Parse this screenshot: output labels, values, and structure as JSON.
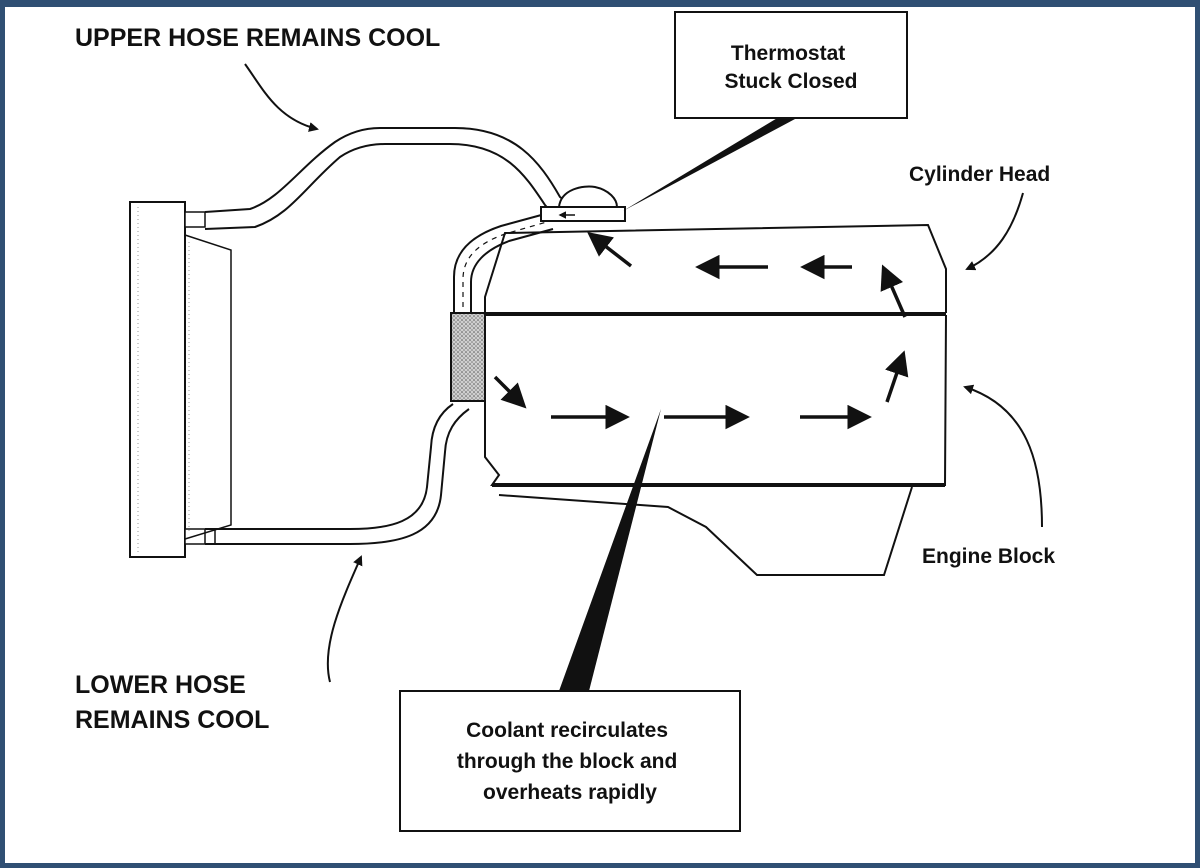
{
  "labels": {
    "upper_hose": "UPPER HOSE REMAINS COOL",
    "lower_hose_line1": "LOWER HOSE",
    "lower_hose_line2": "REMAINS COOL",
    "thermostat_line1": "Thermostat",
    "thermostat_line2": "Stuck Closed",
    "cylinder_head": "Cylinder Head",
    "engine_block": "Engine Block",
    "coolant_line1": "Coolant recirculates",
    "coolant_line2": "through the block and",
    "coolant_line3": "overheats rapidly"
  },
  "colors": {
    "frame": "#2f4f73",
    "ink": "#111111"
  }
}
